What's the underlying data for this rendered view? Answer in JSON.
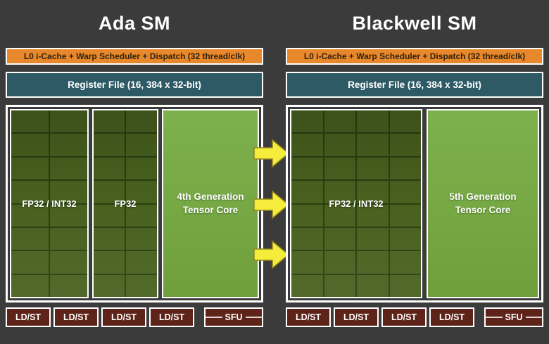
{
  "colors": {
    "bg": "#3b3b3b",
    "orange": "#e6882b",
    "orange-text": "#33210a",
    "teal": "#2e5a66",
    "cell-green": "#48611f",
    "grid-line": "#2b3f12",
    "tensor-green-1": "#7db14e",
    "tensor-green-2": "#6f9f3a",
    "maroon": "#5e241a",
    "arrow-yellow": "#f5ec3b",
    "arrow-outline": "#8f841f",
    "border-white": "#ffffff",
    "title-white": "#ffffff"
  },
  "panels": {
    "ada": {
      "title": "Ada SM",
      "scheduler": "L0 i-Cache + Warp Scheduler + Dispatch (32 thread/clk)",
      "register_file": "Register File (16, 384 x 32-bit)",
      "blocks": {
        "fp32_int32": {
          "label": "FP32 / INT32",
          "cols": 2,
          "rows": 8
        },
        "fp32": {
          "label": "FP32",
          "cols": 2,
          "rows": 8
        },
        "tensor": {
          "label": "4th Generation\nTensor Core"
        }
      },
      "bottom_units": {
        "ldst": [
          "LD/ST",
          "LD/ST",
          "LD/ST",
          "LD/ST"
        ],
        "sfu": "SFU"
      }
    },
    "blackwell": {
      "title": "Blackwell SM",
      "scheduler": "L0 i-Cache + Warp Scheduler + Dispatch (32 thread/clk)",
      "register_file": "Register File (16, 384 x 32-bit)",
      "blocks": {
        "fp32_int32": {
          "label": "FP32 / INT32",
          "cols": 4,
          "rows": 8
        },
        "tensor": {
          "label": "5th Generation\nTensor Core"
        }
      },
      "bottom_units": {
        "ldst": [
          "LD/ST",
          "LD/ST",
          "LD/ST",
          "LD/ST"
        ],
        "sfu": "SFU"
      }
    }
  },
  "arrows": {
    "count": 3,
    "direction": "right"
  }
}
